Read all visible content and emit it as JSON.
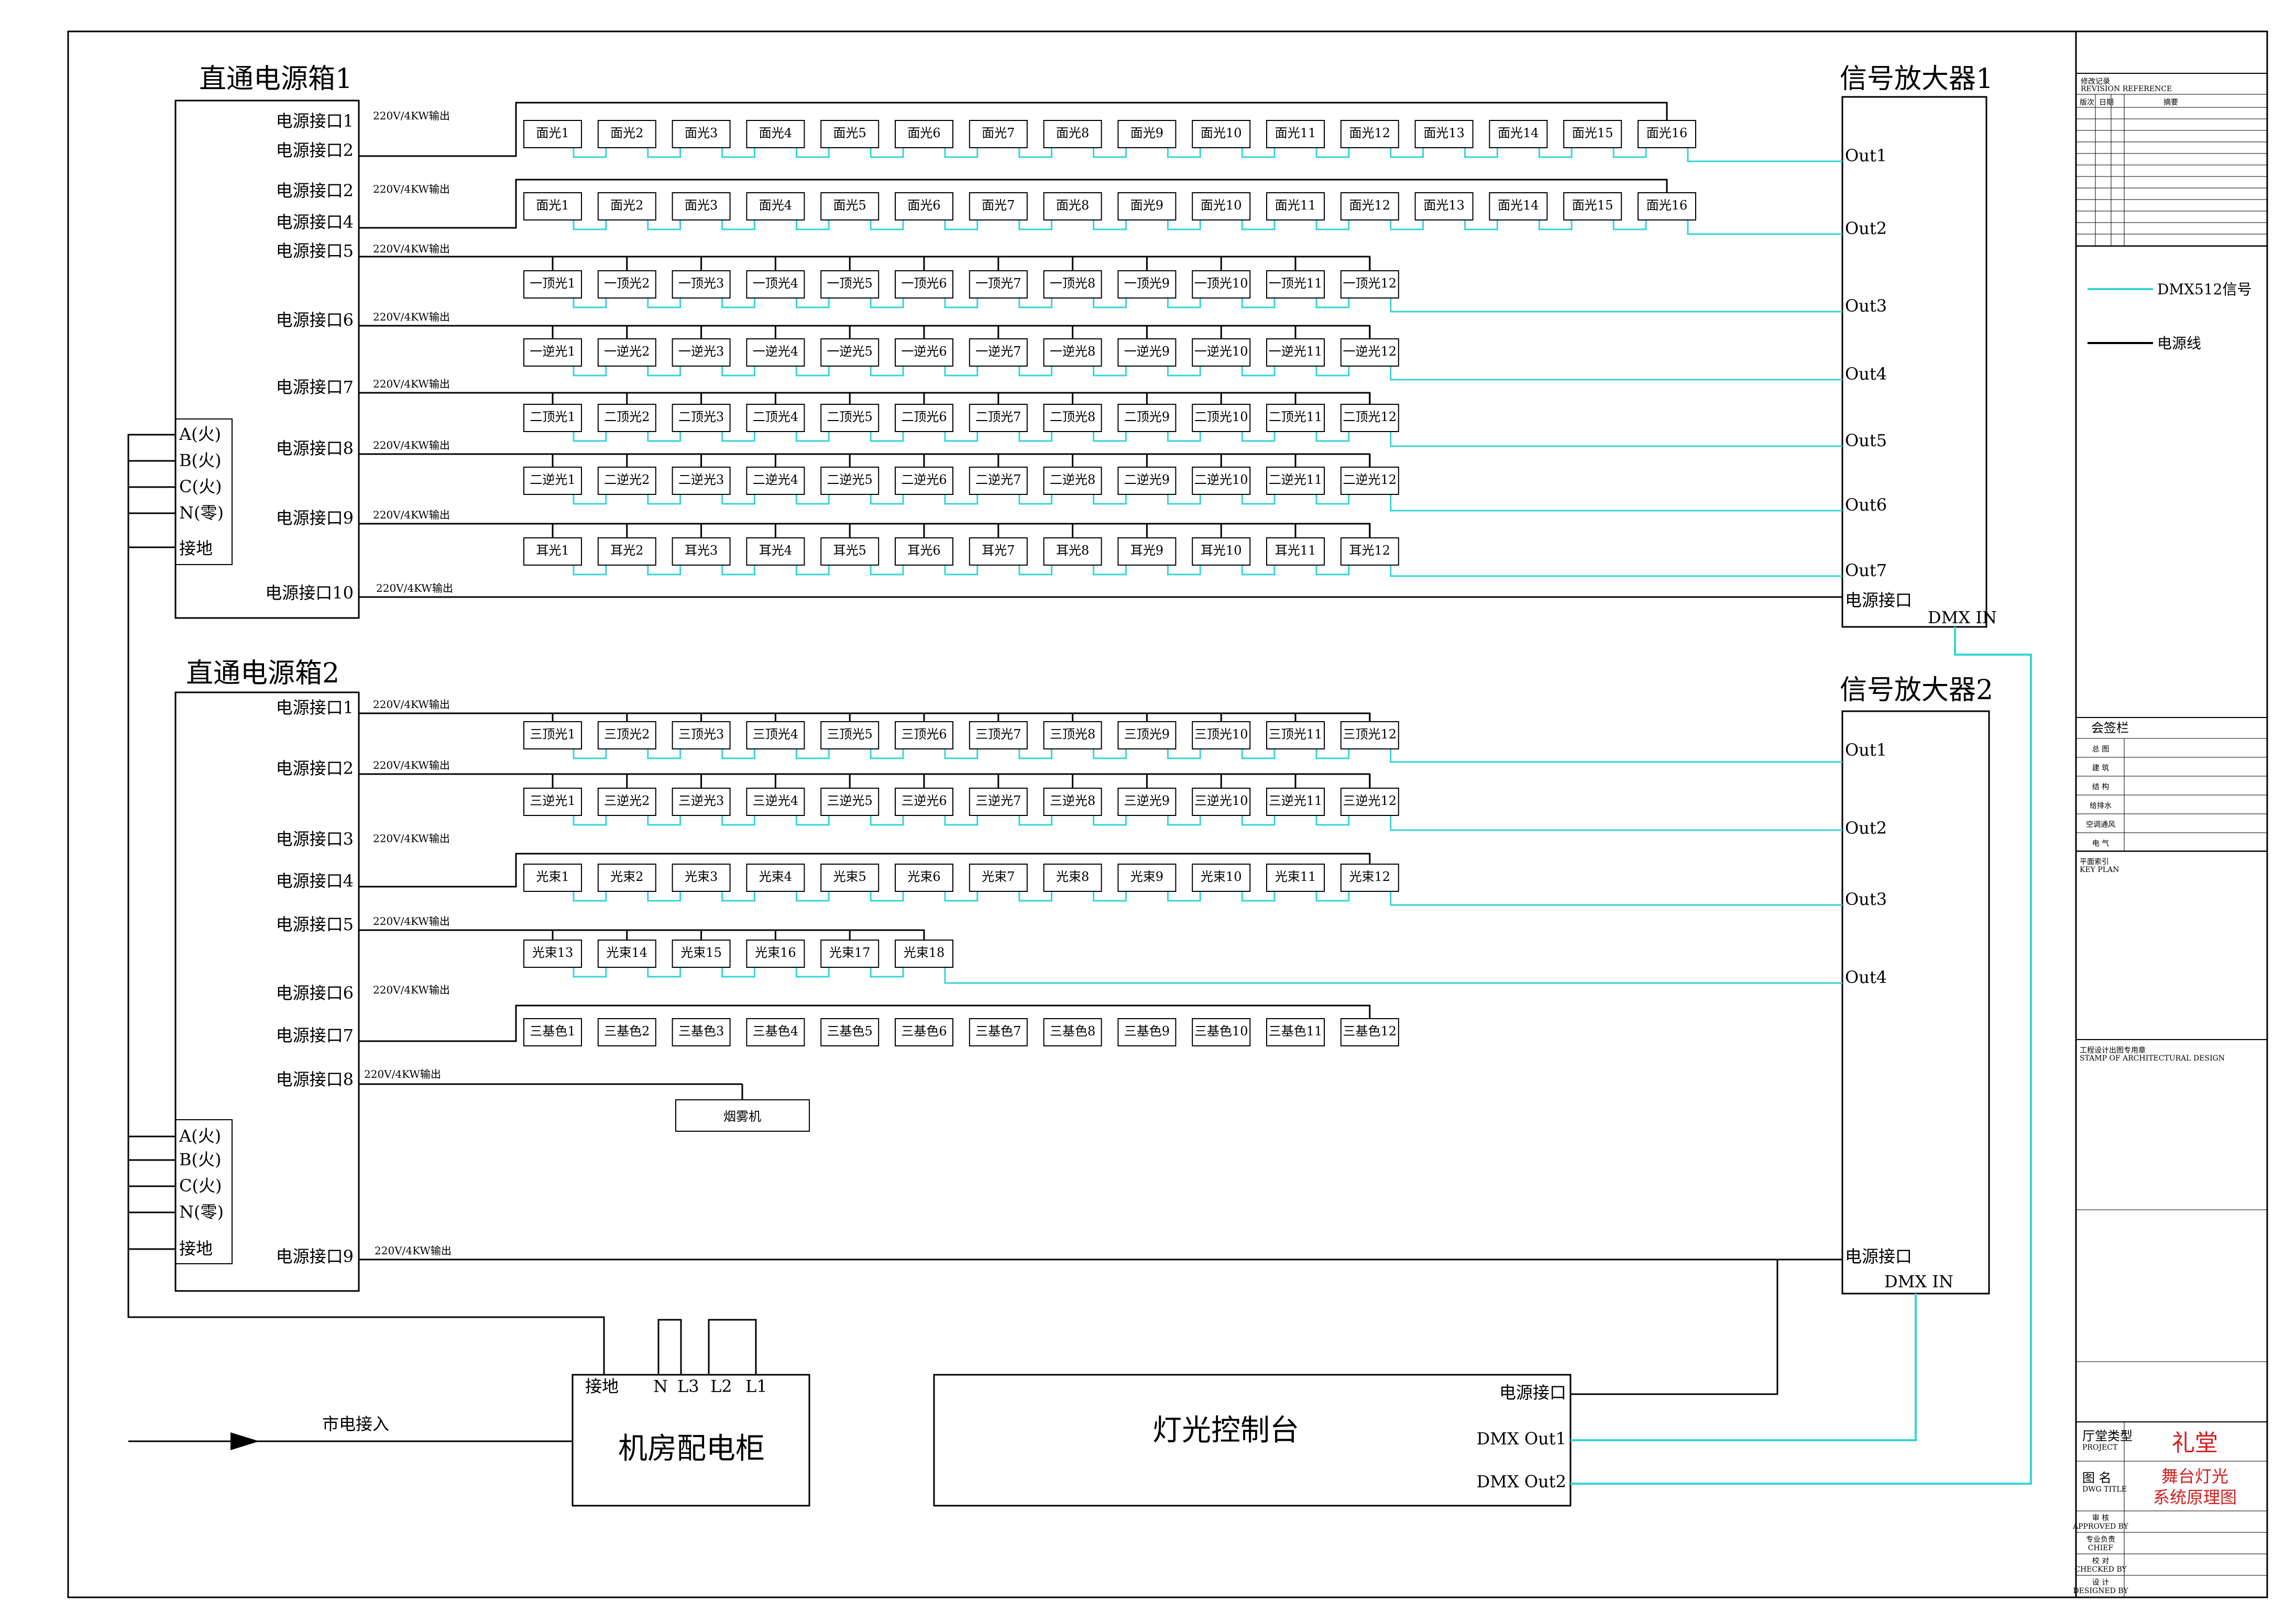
{
  "colors": {
    "signal": "#33d6d6",
    "power": "#000000",
    "title_red": "#d21e1e"
  },
  "boxes": {
    "pbox1": {
      "title": "直通电源箱1",
      "ports": [
        "电源接口1",
        "电源接口2",
        "电源接口2",
        "电源接口4",
        "电源接口5",
        "电源接口6",
        "电源接口7",
        "电源接口8",
        "电源接口9",
        "电源接口10"
      ],
      "terminals": [
        "A(火)",
        "B(火)",
        "C(火)",
        "N(零)",
        "接地"
      ]
    },
    "pbox2": {
      "title": "直通电源箱2",
      "ports": [
        "电源接口1",
        "电源接口2",
        "电源接口3",
        "电源接口4",
        "电源接口5",
        "电源接口6",
        "电源接口7",
        "电源接口8",
        "电源接口9"
      ],
      "terminals": [
        "A(火)",
        "B(火)",
        "C(火)",
        "N(零)",
        "接地"
      ]
    },
    "amp1": {
      "title": "信号放大器1",
      "outs": [
        "Out1",
        "Out2",
        "Out3",
        "Out4",
        "Out5",
        "Out6",
        "Out7"
      ],
      "power_port": "电源接口",
      "dmx_in": "DMX IN"
    },
    "amp2": {
      "title": "信号放大器2",
      "outs": [
        "Out1",
        "Out2",
        "Out3",
        "Out4"
      ],
      "power_port": "电源接口",
      "dmx_in": "DMX IN"
    },
    "cabinet": {
      "title": "机房配电柜",
      "terminals": [
        "接地",
        "N",
        "L3",
        "L2",
        "L1"
      ],
      "mains_label": "市电接入"
    },
    "console": {
      "title": "灯光控制台",
      "ports": [
        "电源接口",
        "DMX Out1",
        "DMX Out2"
      ]
    },
    "fog": {
      "label": "烟雾机"
    }
  },
  "power_output_label": "220V/4KW输出",
  "fixture_rows": {
    "r1": [
      "面光1",
      "面光2",
      "面光3",
      "面光4",
      "面光5",
      "面光6",
      "面光7",
      "面光8",
      "面光9",
      "面光10",
      "面光11",
      "面光12",
      "面光13",
      "面光14",
      "面光15",
      "面光16"
    ],
    "r2": [
      "面光1",
      "面光2",
      "面光3",
      "面光4",
      "面光5",
      "面光6",
      "面光7",
      "面光8",
      "面光9",
      "面光10",
      "面光11",
      "面光12",
      "面光13",
      "面光14",
      "面光15",
      "面光16"
    ],
    "r3": [
      "一顶光1",
      "一顶光2",
      "一顶光3",
      "一顶光4",
      "一顶光5",
      "一顶光6",
      "一顶光7",
      "一顶光8",
      "一顶光9",
      "一顶光10",
      "一顶光11",
      "一顶光12"
    ],
    "r4": [
      "一逆光1",
      "一逆光2",
      "一逆光3",
      "一逆光4",
      "一逆光5",
      "一逆光6",
      "一逆光7",
      "一逆光8",
      "一逆光9",
      "一逆光10",
      "一逆光11",
      "一逆光12"
    ],
    "r5": [
      "二顶光1",
      "二顶光2",
      "二顶光3",
      "二顶光4",
      "二顶光5",
      "二顶光6",
      "二顶光7",
      "二顶光8",
      "二顶光9",
      "二顶光10",
      "二顶光11",
      "二顶光12"
    ],
    "r6": [
      "二逆光1",
      "二逆光2",
      "二逆光3",
      "二逆光4",
      "二逆光5",
      "二逆光6",
      "二逆光7",
      "二逆光8",
      "二逆光9",
      "二逆光10",
      "二逆光11",
      "二逆光12"
    ],
    "r7": [
      "耳光1",
      "耳光2",
      "耳光3",
      "耳光4",
      "耳光5",
      "耳光6",
      "耳光7",
      "耳光8",
      "耳光9",
      "耳光10",
      "耳光11",
      "耳光12"
    ],
    "r8": [
      "三顶光1",
      "三顶光2",
      "三顶光3",
      "三顶光4",
      "三顶光5",
      "三顶光6",
      "三顶光7",
      "三顶光8",
      "三顶光9",
      "三顶光10",
      "三顶光11",
      "三顶光12"
    ],
    "r9": [
      "三逆光1",
      "三逆光2",
      "三逆光3",
      "三逆光4",
      "三逆光5",
      "三逆光6",
      "三逆光7",
      "三逆光8",
      "三逆光9",
      "三逆光10",
      "三逆光11",
      "三逆光12"
    ],
    "r10": [
      "光束1",
      "光束2",
      "光束3",
      "光束4",
      "光束5",
      "光束6",
      "光束7",
      "光束8",
      "光束9",
      "光束10",
      "光束11",
      "光束12"
    ],
    "r11": [
      "光束13",
      "光束14",
      "光束15",
      "光束16",
      "光束17",
      "光束18"
    ],
    "r12": [
      "三基色1",
      "三基色2",
      "三基色3",
      "三基色4",
      "三基色5",
      "三基色6",
      "三基色7",
      "三基色8",
      "三基色9",
      "三基色10",
      "三基色11",
      "三基色12"
    ]
  },
  "legend": {
    "signal": "DMX512信号",
    "power": "电源线"
  },
  "title_block": {
    "revision_header": "修改记录",
    "revision_sub": "REVISION REFERENCE",
    "rev_cols": [
      "版次",
      "日期",
      "摘要"
    ],
    "signoff_header": "会签栏",
    "signoff_rows": [
      "总 图",
      "建 筑",
      "结 构",
      "给排水",
      "空调通风",
      "电 气"
    ],
    "key_plan": "平面索引",
    "key_plan_en": "KEY PLAN",
    "stamp": "工程设计出图专用章",
    "stamp_en": "STAMP OF ARCHITECTURAL DESIGN",
    "project_label": "厅堂类型",
    "project_label_en": "PROJECT",
    "project_name": "礼堂",
    "drawing_label": "图 名",
    "drawing_label_en": "DWG TITLE",
    "drawing_title_1": "舞台灯光",
    "drawing_title_2": "系统原理图",
    "approvals": [
      {
        "cn": "审 核",
        "en": "APPROVED BY"
      },
      {
        "cn": "专业负责",
        "en": "CHIEF"
      },
      {
        "cn": "校 对",
        "en": "CHECKED BY"
      },
      {
        "cn": "设 计",
        "en": "DESIGNED BY"
      }
    ]
  }
}
